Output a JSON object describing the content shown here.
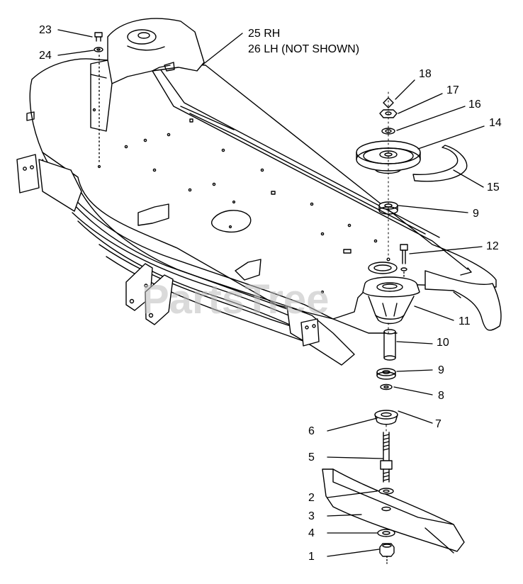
{
  "watermark": "PartsTree",
  "labels": {
    "l23": "23",
    "l24": "24",
    "l25": "25 RH",
    "l26": "26 LH (NOT SHOWN)",
    "l18": "18",
    "l17": "17",
    "l16": "16",
    "l14": "14",
    "l15": "15",
    "l9a": "9",
    "l12": "12",
    "l11": "11",
    "l10": "10",
    "l9b": "9",
    "l8": "8",
    "l7": "7",
    "l6": "6",
    "l5": "5",
    "l2": "2",
    "l3": "3",
    "l4": "4",
    "l1": "1"
  }
}
